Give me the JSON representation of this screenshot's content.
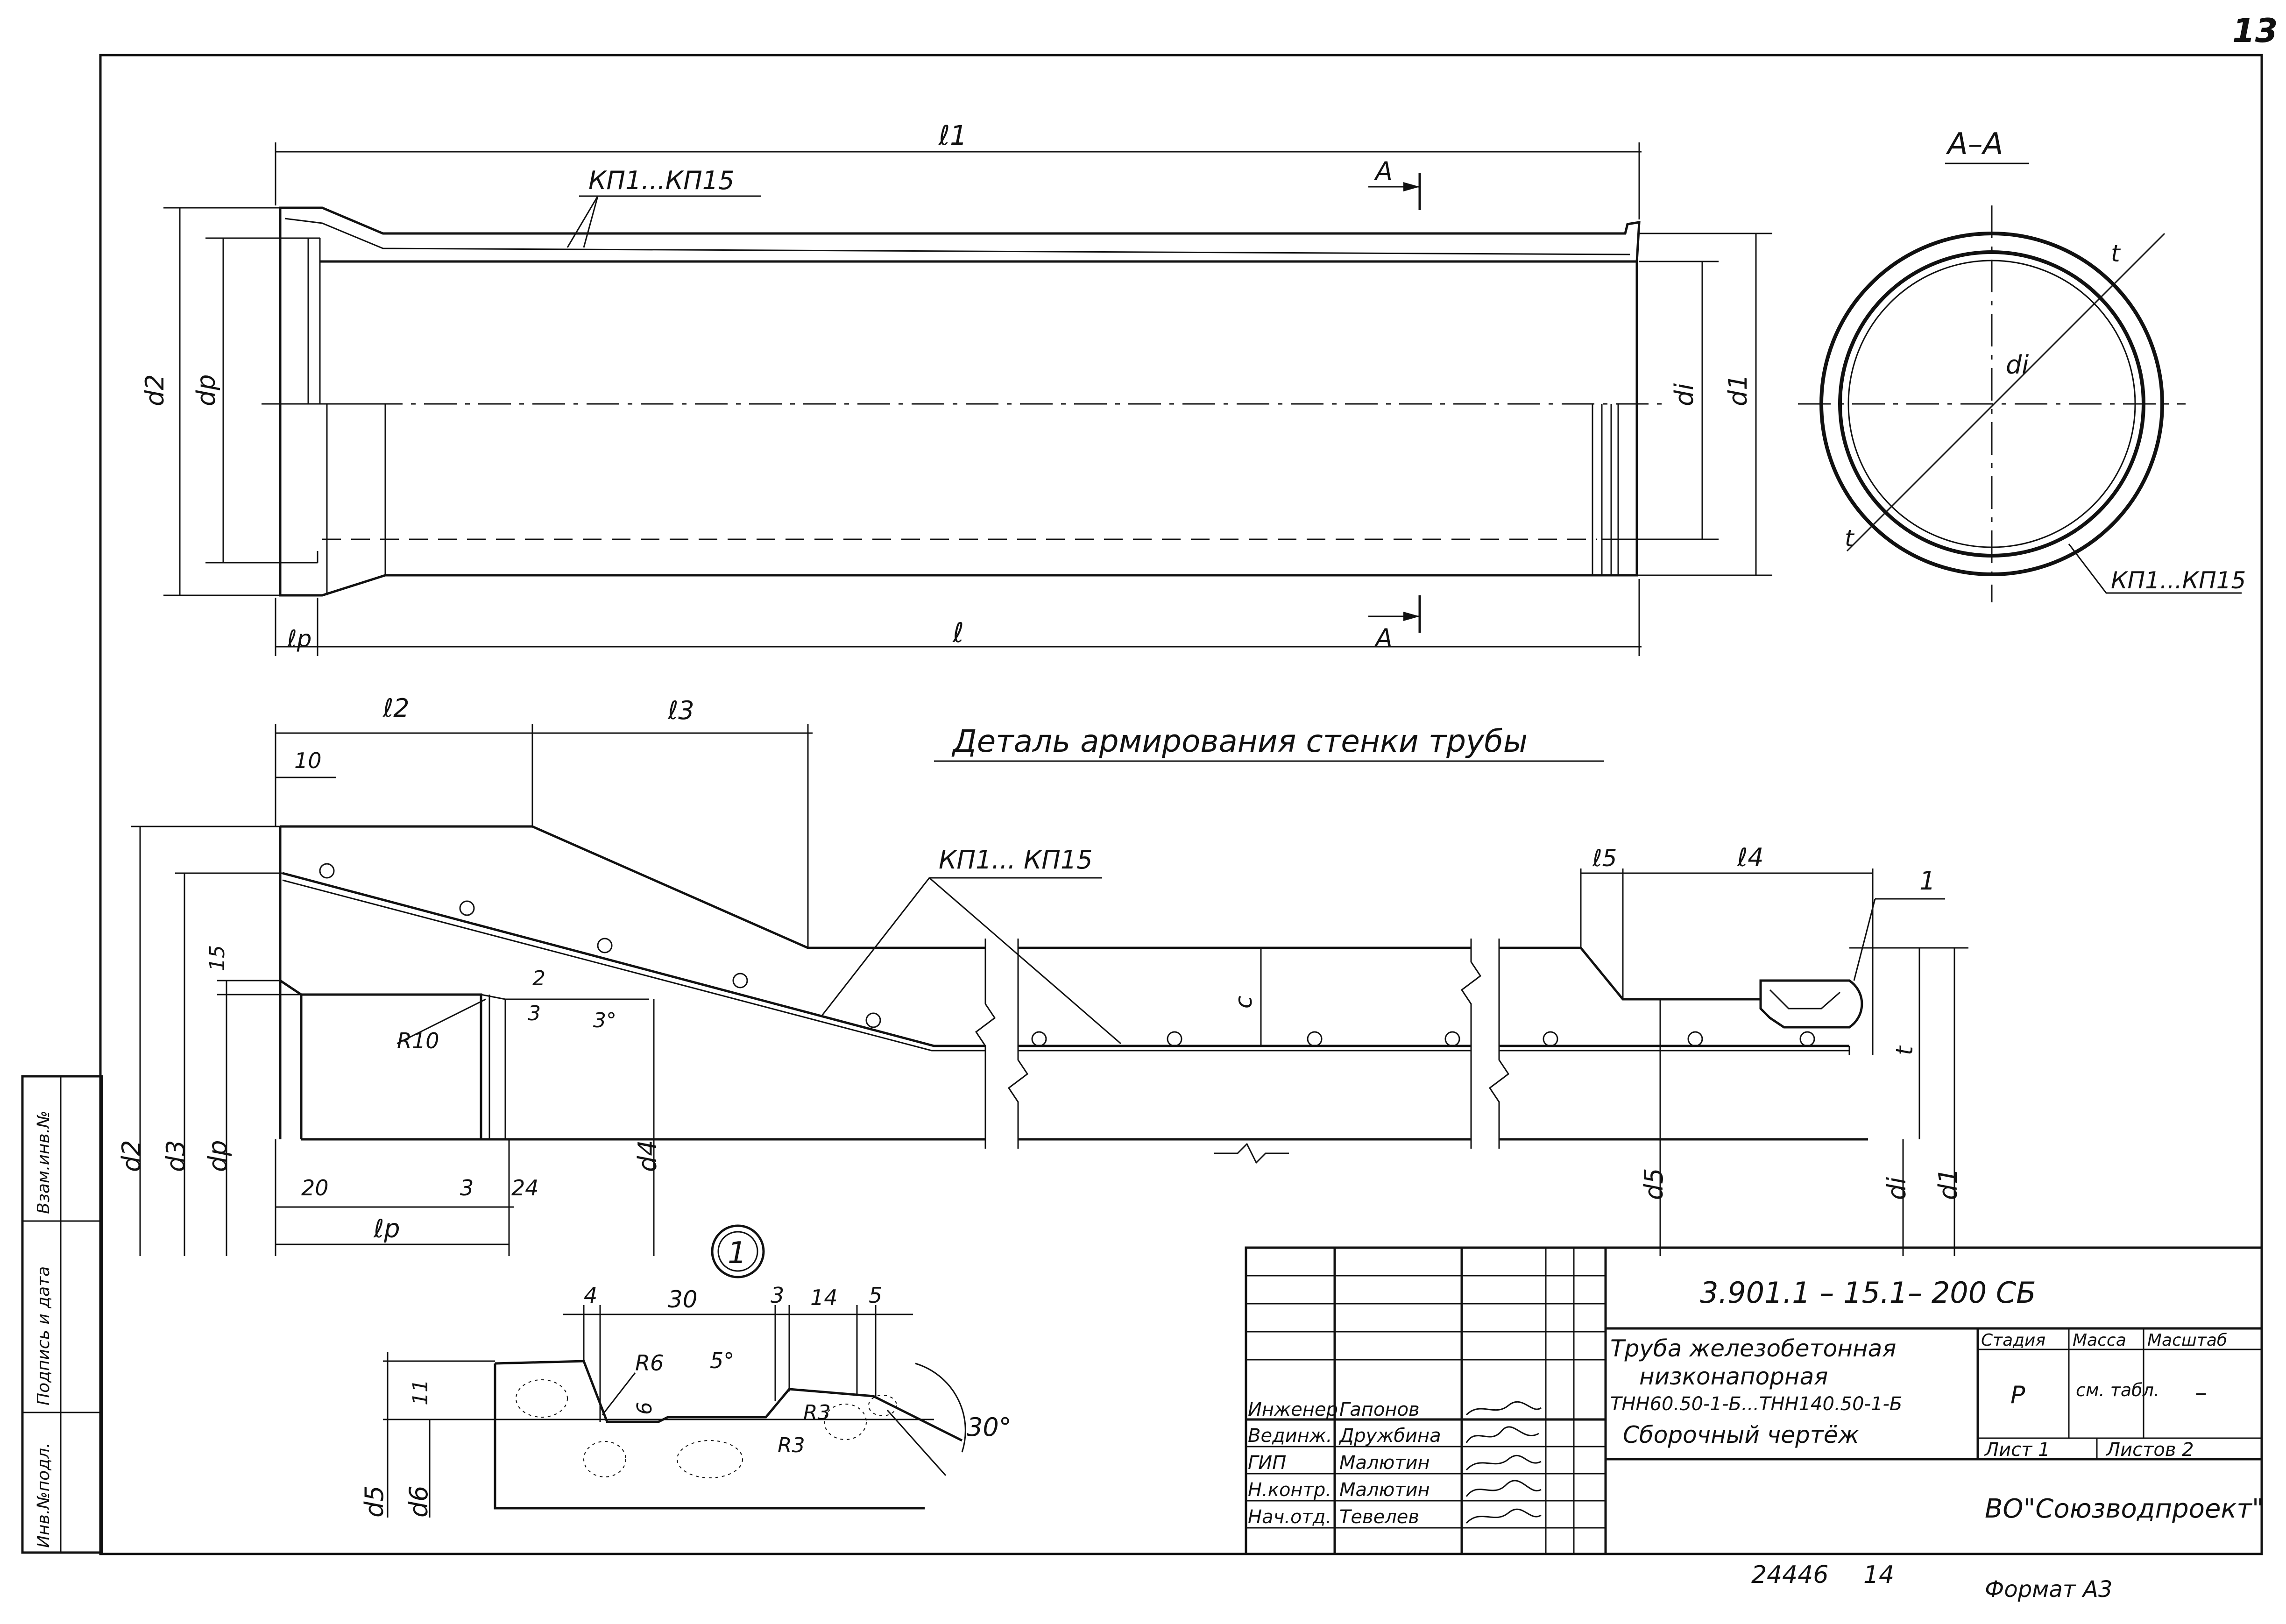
{
  "sheet": {
    "page_number": "13",
    "section_label": "А–А",
    "detail_title": "Деталь армирования стенки трубы",
    "detail_number": "1",
    "bottom_code": "24446",
    "bottom_num": "14",
    "format": "Формат А3"
  },
  "labels": {
    "l1": "ℓ1",
    "l": "ℓ",
    "lp": "ℓp",
    "l2": "ℓ2",
    "l3": "ℓ3",
    "l4": "ℓ4",
    "l5": "ℓ5",
    "d1": "d1",
    "d2": "d2",
    "dp": "dp",
    "di": "di",
    "d3": "d3",
    "d4": "d4",
    "d5": "d5",
    "d6": "d6",
    "A": "А",
    "t": "t",
    "c": "c",
    "kp_top": "КП1...КП15",
    "kp_mid": "КП1... КП15",
    "kp_sec": "КП1...КП15",
    "pos1": "1",
    "r10": "R10",
    "r6": "R6",
    "r3a": "R3",
    "r3b": "R3",
    "ang30a": "3°",
    "ang5": "5°",
    "ang30b": "30°",
    "n10": "10",
    "n15": "15",
    "n2": "2",
    "n3": "3",
    "n20": "20",
    "n3b": "3",
    "n24": "24",
    "n4": "4",
    "n30": "30",
    "n3c": "3",
    "n14": "14",
    "n5": "5",
    "n11": "11",
    "n6": "6"
  },
  "title_block": {
    "doc_code": "3.901.1 – 15.1– 200 СБ",
    "name_lines": [
      "Труба железобетонная",
      "низконапорная",
      "ТНН60.50-1-Б...ТНН140.50-1-Б",
      "Сборочный чертёж"
    ],
    "stage_header": "Стадия",
    "mass_header": "Масса",
    "scale_header": "Масштаб",
    "stage": "Р",
    "mass": "см. табл.",
    "scale": "–",
    "sheet_label": "Лист 1",
    "sheets_label": "Листов 2",
    "org": "ВО\"Союзводпроект\"",
    "people": [
      {
        "role": "Инженер",
        "name": "Гапонов"
      },
      {
        "role": "Вединж.",
        "name": "Дружбина"
      },
      {
        "role": "ГИП",
        "name": "Малютин"
      },
      {
        "role": "Н.контр.",
        "name": "Малютин"
      },
      {
        "role": "Нач.отд.",
        "name": "Тевелев"
      }
    ]
  },
  "side_stamp": [
    "Инв.№подл.",
    "Подпись и дата",
    "Взам.инв.№"
  ]
}
